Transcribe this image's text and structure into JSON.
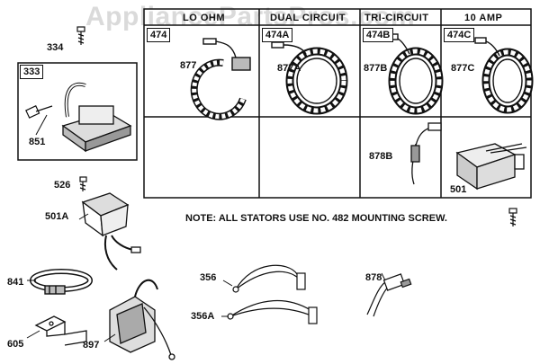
{
  "watermark": "AppliancePartsPros.com",
  "table": {
    "headers": [
      "LO OHM",
      "DUAL CIRCUIT",
      "TRI-CIRCUIT",
      "10 AMP"
    ],
    "tags": [
      "474",
      "474A",
      "474B",
      "474C"
    ]
  },
  "labels": {
    "p334": "334",
    "p333": "333",
    "p851": "851",
    "p877": "877",
    "p877A": "877A",
    "p877B": "877B",
    "p877C": "877C",
    "p878B": "878B",
    "p501": "501",
    "p526": "526",
    "p501A": "501A",
    "p841": "841",
    "p605": "605",
    "p356": "356",
    "p356A": "356A",
    "p897": "897",
    "p878": "878"
  },
  "note": "NOTE: ALL STATORS USE NO. 482 MOUNTING SCREW."
}
